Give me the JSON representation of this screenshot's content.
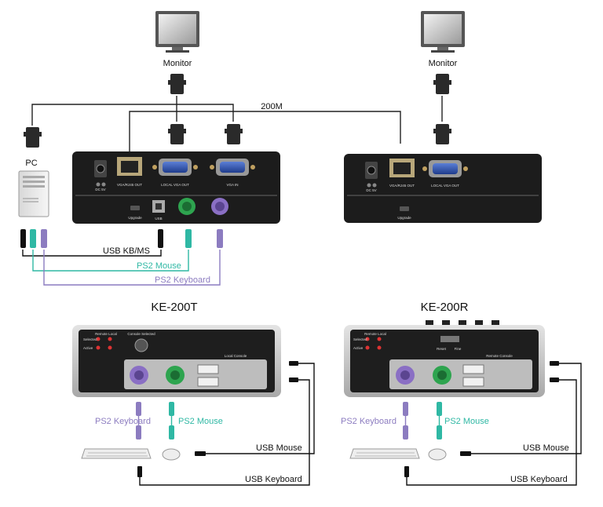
{
  "labels": {
    "monitor_left": "Monitor",
    "monitor_right": "Monitor",
    "pc": "PC",
    "distance": "200M",
    "usb_kbms": "USB KB/MS",
    "ps2_mouse_top": "PS2 Mouse",
    "ps2_keyboard_top": "PS2 Keyboard",
    "ke200t_title": "KE-200T",
    "ke200r_title": "KE-200R",
    "t_ps2_keyboard": "PS2 Keyboard",
    "t_ps2_mouse": "PS2 Mouse",
    "t_usb_mouse": "USB Mouse",
    "t_usb_keyboard": "USB Keyboard",
    "r_ps2_keyboard": "PS2 Keyboard",
    "r_ps2_mouse": "PS2 Mouse",
    "r_usb_mouse": "USB Mouse",
    "r_usb_keyboard": "USB Keyboard"
  },
  "rear_panel_left": {
    "dc": "DC 5V",
    "vga_rj45": "VGA/RJ45 OUT",
    "local_vga_out": "LOCAL VGA OUT",
    "vga_in": "VGA IN",
    "upgrade": "Upgrade",
    "usb": "USB"
  },
  "rear_panel_right": {
    "dc": "DC 5V",
    "vga_rj45": "VGA/RJ45 OUT",
    "local_vga_out": "LOCAL VGA OUT",
    "upgrade": "Upgrade"
  },
  "front_panel_t": {
    "remote_local": "Remote Local",
    "selected": "Selected",
    "active": "Active",
    "console_selected": "Console Selected",
    "local_console": "Local Console"
  },
  "front_panel_r": {
    "remote_local": "Remote Local",
    "selected": "Selected",
    "active": "Active",
    "reset": "Reset",
    "fine": "Fine",
    "remote_console": "Remote Console"
  },
  "colors": {
    "usb_line": "#111111",
    "ps2_mouse": "#2fb8a4",
    "ps2_keyboard": "#8c7cc0",
    "device_body": "#1c1c1c",
    "front_bezel": "#c9c9c9"
  }
}
